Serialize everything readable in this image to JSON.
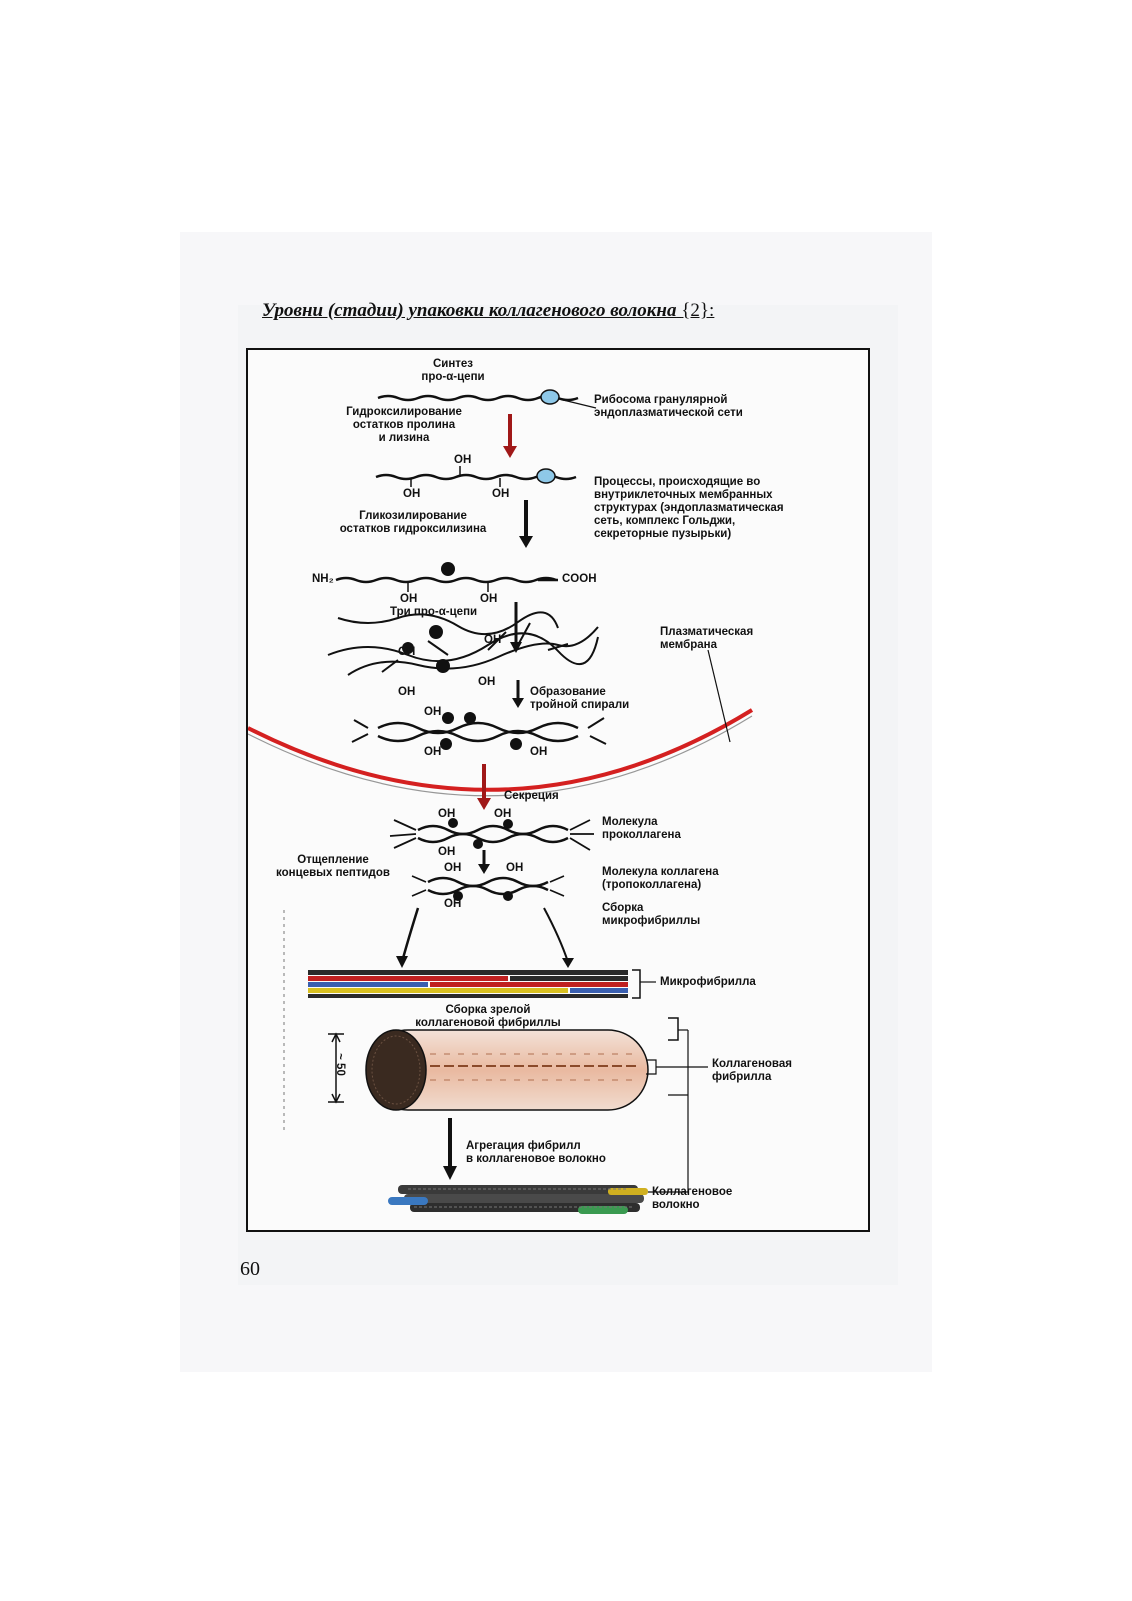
{
  "page": {
    "title": "Уровни (стадии) упаковки коллагенового волокна",
    "title_ref": "{2}:",
    "page_number": "60"
  },
  "figure": {
    "labels": {
      "synthesis": "Синтез\nпро-α-цепи",
      "ribosome": "Рибосома гранулярной\nэндоплазматической сети",
      "hydroxylation": "Гидроксилирование\nостатков пролина\nи лизина",
      "processes": "Процессы, происходящие во\nвнутриклеточных мембранных\nструктурах (эндоплазматическая\nсеть, комплекс Гольджи,\nсекреторные пузырьки)",
      "glycosylation": "Гликозилирование\nостатков гидроксилизина",
      "nh2": "NH₂",
      "cooh": "COOH",
      "three_chains": "Три про-α-цепи",
      "plasma_membrane": "Плазматическая\nмембрана",
      "triple_helix": "Образование\nтройной спирали",
      "secretion": "Секреция",
      "procollagen": "Молекула\nпроколлагена",
      "cleavage": "Отщепление\nконцевых пептидов",
      "collagen_molecule": "Молекула коллагена\n(тропоколлагена)",
      "microfibril_assembly": "Сборка\nмикрофибриллы",
      "microfibril": "Микрофибрилла",
      "mature_fibril_assembly": "Сборка зрелой\nколлагеновой фибриллы",
      "scale": "~ 50",
      "collagen_fibril": "Коллагеновая\nфибрилла",
      "aggregation": "Агрегация фибрилл\nв коллагеновое волокно",
      "collagen_fiber": "Коллагеновое\nволокно",
      "oh": "OH"
    }
  }
}
